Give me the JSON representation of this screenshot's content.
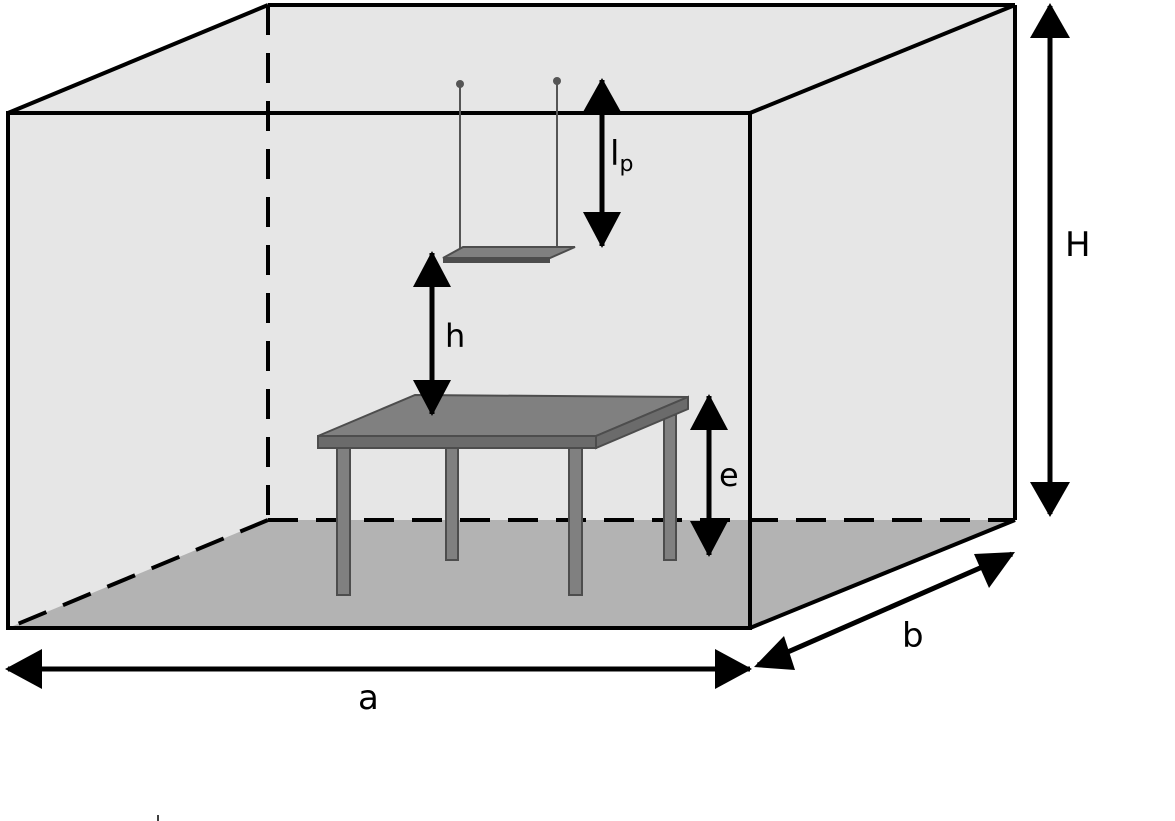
{
  "labels": {
    "room_width": "a",
    "room_depth": "b",
    "room_height": "H",
    "pendant_length_main": "l",
    "pendant_length_sub": "p",
    "lamp_to_table": "h",
    "table_height": "e"
  },
  "colors": {
    "wall": "#e6e6e6",
    "floor": "#b3b3b3",
    "table_top": "#808080",
    "table_edge": "#4d4d4d",
    "stroke": "#000000"
  }
}
